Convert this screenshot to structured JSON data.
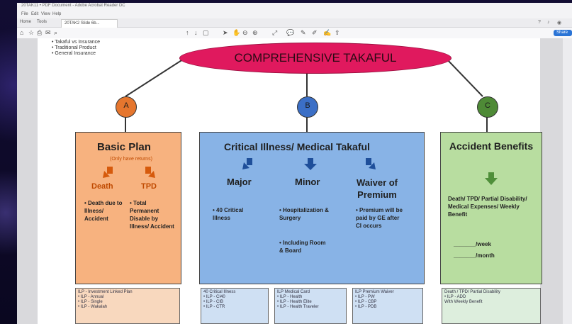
{
  "window": {
    "title": "20TAK11 • PDF Document - Adobe Acrobat Reader DC",
    "menu": [
      "File",
      "Edit",
      "View",
      "Help"
    ],
    "tabs": {
      "home": "Home",
      "tools": "Tools",
      "document": "20TAK2 Slide 6b..."
    },
    "share_label": "Share"
  },
  "slide": {
    "legend": [
      "• Takaful vs Insurance",
      "• Traditional Product",
      "• General Insurance"
    ],
    "header": "COMPREHENSIVE TAKAFUL",
    "circles": [
      "A",
      "B",
      "C"
    ],
    "colors": {
      "header": "#e0195e",
      "circle_a": "#e5762e",
      "circle_b": "#3b6fc6",
      "circle_c": "#4e8a36",
      "basic": "#f7b27f",
      "ci": "#88b3e6",
      "acc": "#b8dda0"
    },
    "basic": {
      "title": "Basic Plan",
      "subtitle": "(Only have returns)",
      "death_label": "Death",
      "tpd_label": "TPD",
      "death_text": "• Death due to Illness/ Accident",
      "tpd_text": "• Total Permanent Disable by Illness/ Accident"
    },
    "ci": {
      "title": "Critical Illness/ Medical Takaful",
      "major_label": "Major",
      "minor_label": "Minor",
      "waiver_label": "Waiver of Premium",
      "major_text": "• 40 Critical Illness",
      "minor_text_1": "• Hospitalization & Surgery",
      "minor_text_2": "• Including Room & Board",
      "waiver_text": "• Premium will be paid by GE after CI occurs"
    },
    "acc": {
      "title": "Accident Benefits",
      "text": "Death/ TPD/ Partial Disability/ Medical Expenses/ Weekly Benefit",
      "week": "_______/week",
      "month": "_______/month"
    },
    "bottom": [
      {
        "lines": [
          "ILP - Investment Linked Plan",
          "• ILP - Annual",
          "• ILP - Single",
          "• ILP - Wakalah"
        ]
      },
      {
        "lines": [
          "40 Critical Illness",
          "• ILP - CI40",
          "• ILP - CIB",
          "• ILP - CTR"
        ]
      },
      {
        "lines": [
          "ILP Medical Card",
          "• ILP - Health",
          "• ILP - Health Elite",
          "• ILP - Health Traveler"
        ]
      },
      {
        "lines": [
          "ILP Premium Waiver",
          "• ILP - PW",
          "• ILP - CBP",
          "• ILP - PDB"
        ]
      },
      {
        "lines": [
          "Death / TPD/ Partial Disability",
          "• ILP - ADD",
          "",
          "With Weekly Benefit"
        ]
      }
    ]
  }
}
